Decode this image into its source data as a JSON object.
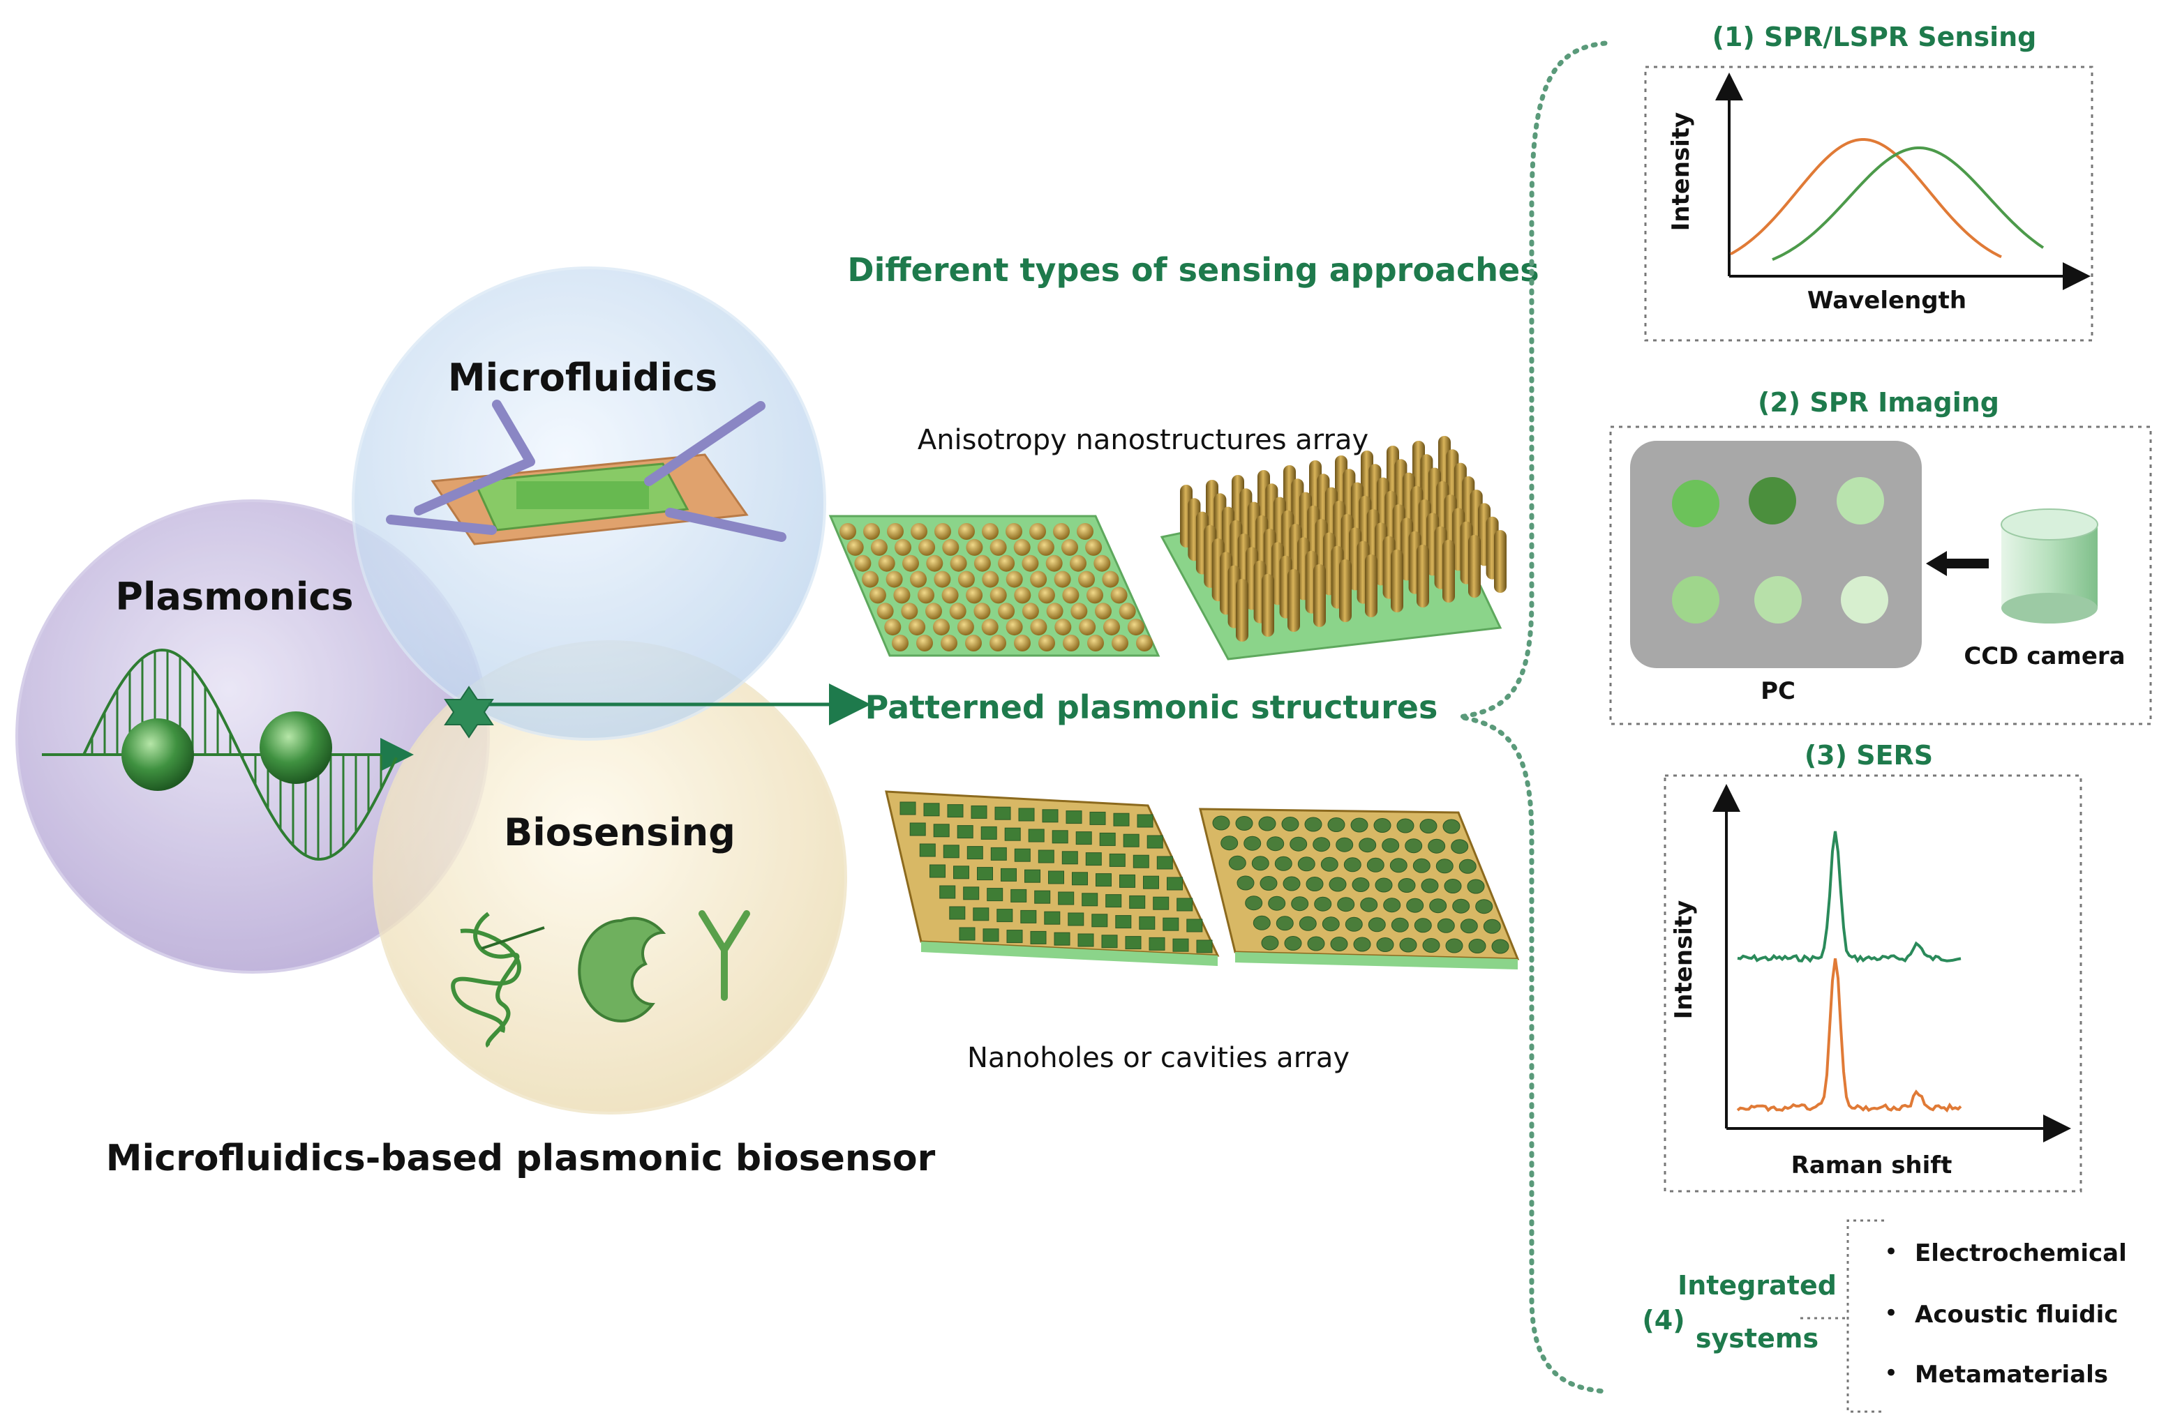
{
  "venn": {
    "microfluidics": "Microfluidics",
    "plasmonics": "Plasmonics",
    "biosensing": "Biosensing",
    "caption": "Microfluidics-based plasmonic biosensor"
  },
  "center": {
    "approaches_heading": "Different types of sensing approaches",
    "patterned_heading": "Patterned plasmonic structures",
    "anisotropy_label": "Anisotropy nanostructures array",
    "nanoholes_label": "Nanoholes or cavities array"
  },
  "panels": {
    "spr": {
      "title": "(1) SPR/LSPR Sensing",
      "ylabel": "Intensity",
      "xlabel": "Wavelength"
    },
    "imaging": {
      "title": "(2) SPR Imaging",
      "pc_label": "PC",
      "camera_label": "CCD camera"
    },
    "sers": {
      "title": "(3) SERS",
      "ylabel": "Intensity",
      "xlabel": "Raman shift"
    },
    "integrated": {
      "number": "(4)",
      "label_line1": "Integrated",
      "label_line2": "systems",
      "items": [
        "Electrochemical",
        "Acoustic fluidic",
        "Metamaterials"
      ]
    }
  },
  "colors": {
    "accent_green": "#1e7a4c",
    "orange": "#e07a36",
    "gold": "#b8932e",
    "light_green": "#8bd48a"
  }
}
